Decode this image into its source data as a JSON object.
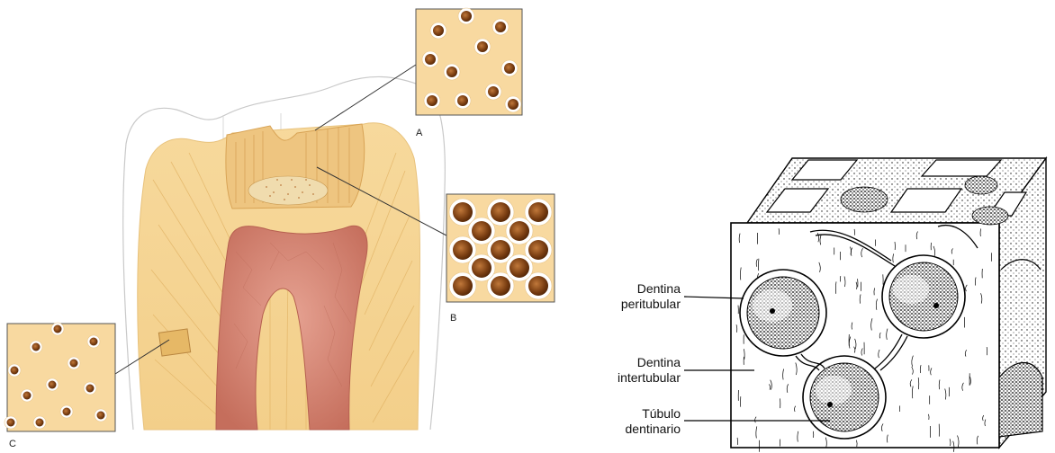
{
  "left_figure": {
    "labels": {
      "a": "A",
      "b": "B",
      "c": "C"
    }
  },
  "right_figure": {
    "labels": {
      "peritubular_line1": "Dentina",
      "peritubular_line2": "peritubular",
      "intertubular_line1": "Dentina",
      "intertubular_line2": "intertubular",
      "tubulo_line1": "Túbulo",
      "tubulo_line2": "dentinario"
    }
  },
  "colors": {
    "dentin": "#f5d49a",
    "dentin_dark": "#e9b865",
    "pulp": "#d98a78",
    "tubule": "#8a4a18",
    "inset_bg": "#f8d9a0"
  }
}
